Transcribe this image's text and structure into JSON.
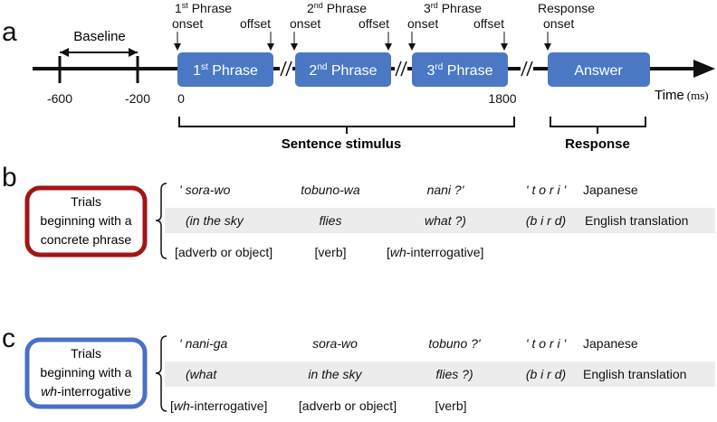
{
  "panel_a": {
    "letter": "a",
    "baseline_label": "Baseline",
    "markers": [
      {
        "word1": "1",
        "sup": "st",
        "word2": " Phrase",
        "line2": "onset"
      },
      {
        "line1": "offset"
      },
      {
        "word1": "2",
        "sup": "nd",
        "word2": " Phrase",
        "line2": "onset"
      },
      {
        "line1": "offset"
      },
      {
        "word1": "3",
        "sup": "rd",
        "word2": " Phrase",
        "line2": "onset"
      },
      {
        "line1": "offset"
      },
      {
        "line1": "Response",
        "line2": "onset"
      }
    ],
    "boxes": [
      {
        "num": "1",
        "sup": "st",
        "word": " Phrase"
      },
      {
        "num": "2",
        "sup": "nd",
        "word": " Phrase"
      },
      {
        "num": "3",
        "sup": "rd",
        "word": " Phrase"
      },
      {
        "num": "Answer",
        "sup": "",
        "word": ""
      }
    ],
    "ticks": [
      "-600",
      "-200",
      "0",
      "1800"
    ],
    "time_label": "Time",
    "time_unit": "(ms)",
    "brace_sentence": "Sentence stimulus",
    "brace_response": "Response",
    "box_color": "#4a78c4"
  },
  "panel_b": {
    "letter": "b",
    "box_line1": "Trials",
    "box_line2": "beginning with a",
    "box_line3": "concrete phrase",
    "border_color": "#a31515",
    "rows": [
      [
        "' sora-wo",
        "tobuno-wa",
        "nani ?'",
        "' t o r i '",
        "Japanese"
      ],
      [
        "(in the sky",
        "flies",
        "what ?)",
        "(b i r d)",
        "English translation"
      ]
    ],
    "roles": [
      {
        "pre": "[adverb or object]",
        "it": "",
        "post": ""
      },
      {
        "pre": "[verb]",
        "it": "",
        "post": ""
      },
      {
        "pre": "[",
        "it": "wh",
        "post": "-interrogative]"
      }
    ]
  },
  "panel_c": {
    "letter": "c",
    "box_line1": "Trials",
    "box_line2": "beginning with a",
    "box_line3_it": "wh",
    "box_line3_rest": "-interrogative",
    "border_color": "#4a70c6",
    "rows": [
      [
        "' nani-ga",
        "sora-wo",
        "tobuno ?'",
        "' t o r i '",
        "Japanese"
      ],
      [
        "(what",
        "in the sky",
        "flies ?)",
        "(b i r d)",
        "English translation"
      ]
    ],
    "roles": [
      {
        "pre": "[",
        "it": "wh",
        "post": "-interrogative]"
      },
      {
        "pre": "[adverb or object]",
        "it": "",
        "post": ""
      },
      {
        "pre": "[verb]",
        "it": "",
        "post": ""
      }
    ]
  }
}
